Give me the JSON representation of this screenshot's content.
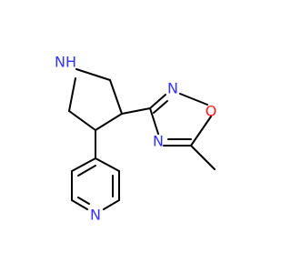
{
  "molecule": {
    "atoms": {
      "pyrrolidine_nh": {
        "label": "NH",
        "element": "N",
        "color": "#3333ff"
      },
      "oxadiazole_n2": {
        "label": "N",
        "element": "N",
        "color": "#3333ff"
      },
      "oxadiazole_o": {
        "label": "O",
        "element": "O",
        "color": "#ff1a1a"
      },
      "oxadiazole_n4": {
        "label": "N",
        "element": "N",
        "color": "#3333ff"
      },
      "pyridine_n": {
        "label": "N",
        "element": "N",
        "color": "#3333ff"
      }
    },
    "bond_color": "#000000",
    "background_color": "#ffffff"
  }
}
